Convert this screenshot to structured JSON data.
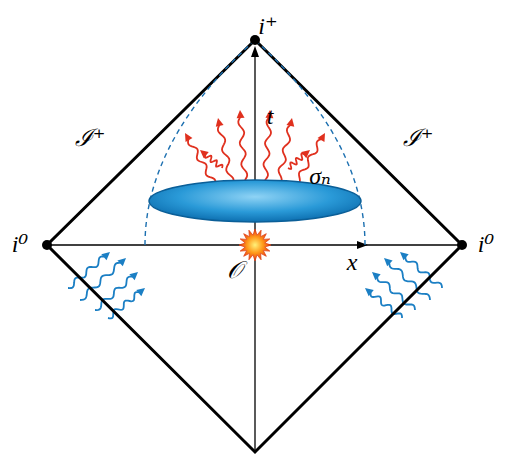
{
  "diagram": {
    "labels": [
      "i⁺",
      "t",
      "ℐ⁺",
      "ℐ⁺",
      "σₙ",
      "i⁰",
      "x",
      "i⁰",
      "𝒪"
    ]
  }
}
